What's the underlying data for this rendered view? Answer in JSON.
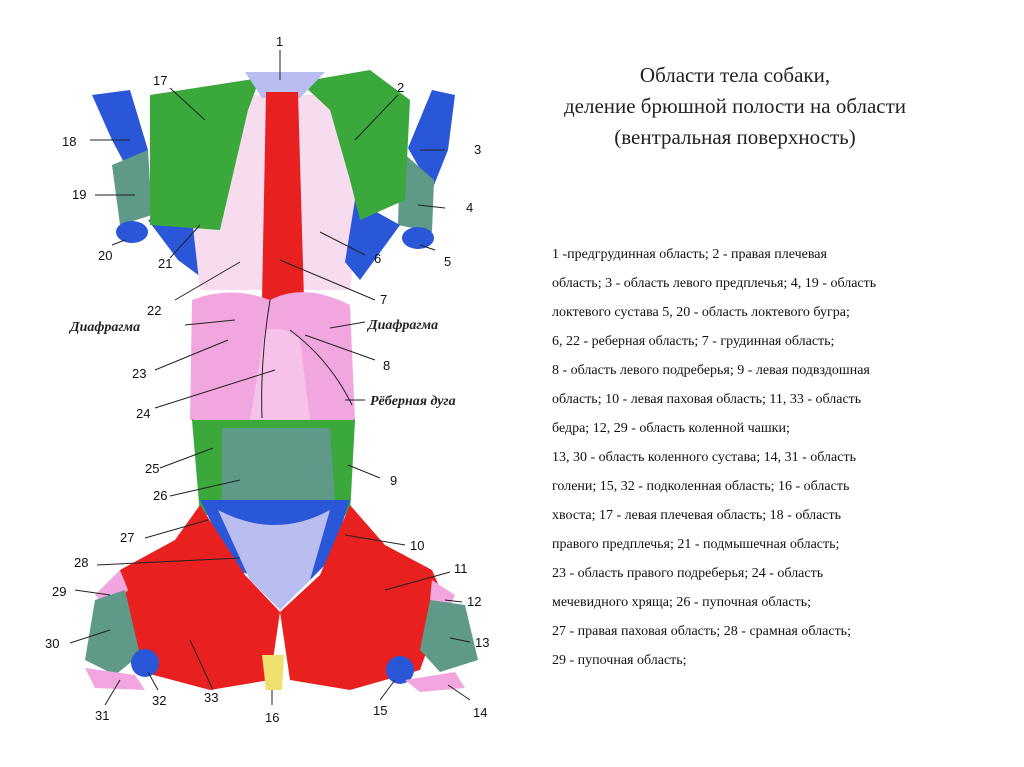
{
  "title_lines": [
    "Области тела собаки,",
    "деление брюшной полости на области",
    "(вентральная поверхность)"
  ],
  "legend_lines": [
    "1 -предгрудинная область; 2 - правая плечевая",
    "область; 3 - область левого предплечья; 4, 19 - область",
    "локтевого сустава 5, 20 - область локтевого бугра;",
    "6, 22 - реберная область; 7 - грудинная область;",
    "8 - область левого подреберья; 9 - левая подвздошная",
    "область; 10 - левая паховая область; 11, 33 - область",
    "бедра; 12, 29 - область коленной чашки;",
    "13, 30 - область коленного сустава; 14, 31 - область",
    "голени; 15, 32 - подколенная область; 16 - область",
    "хвоста; 17 - левая плечевая область; 18 - область",
    "правого предплечья; 21 - подмышечная область;",
    "23 - область правого подреберья; 24 - область",
    "мечевидного хряща; 26 - пупочная область;",
    "27 - правая паховая область; 28 - срамная область;",
    "29 - пупочная область;"
  ],
  "diagram": {
    "labels": {
      "diaphragm": "Диафрагма",
      "costal_arch": "Рёберная дуга"
    },
    "numbers": [
      "1",
      "2",
      "3",
      "4",
      "5",
      "6",
      "7",
      "8",
      "9",
      "10",
      "11",
      "12",
      "13",
      "14",
      "15",
      "16",
      "17",
      "18",
      "19",
      "20",
      "21",
      "22",
      "23",
      "24",
      "25",
      "26",
      "27",
      "28",
      "29",
      "30",
      "31",
      "32",
      "33"
    ],
    "colors": {
      "green": "#3aa83a",
      "blue": "#2a56d8",
      "teal": "#5f9a88",
      "pink": "#f2a6e0",
      "light_pink": "#f7dcef",
      "red": "#e8201f",
      "lavender": "#b9bdf0",
      "yellow": "#f0e070"
    }
  }
}
